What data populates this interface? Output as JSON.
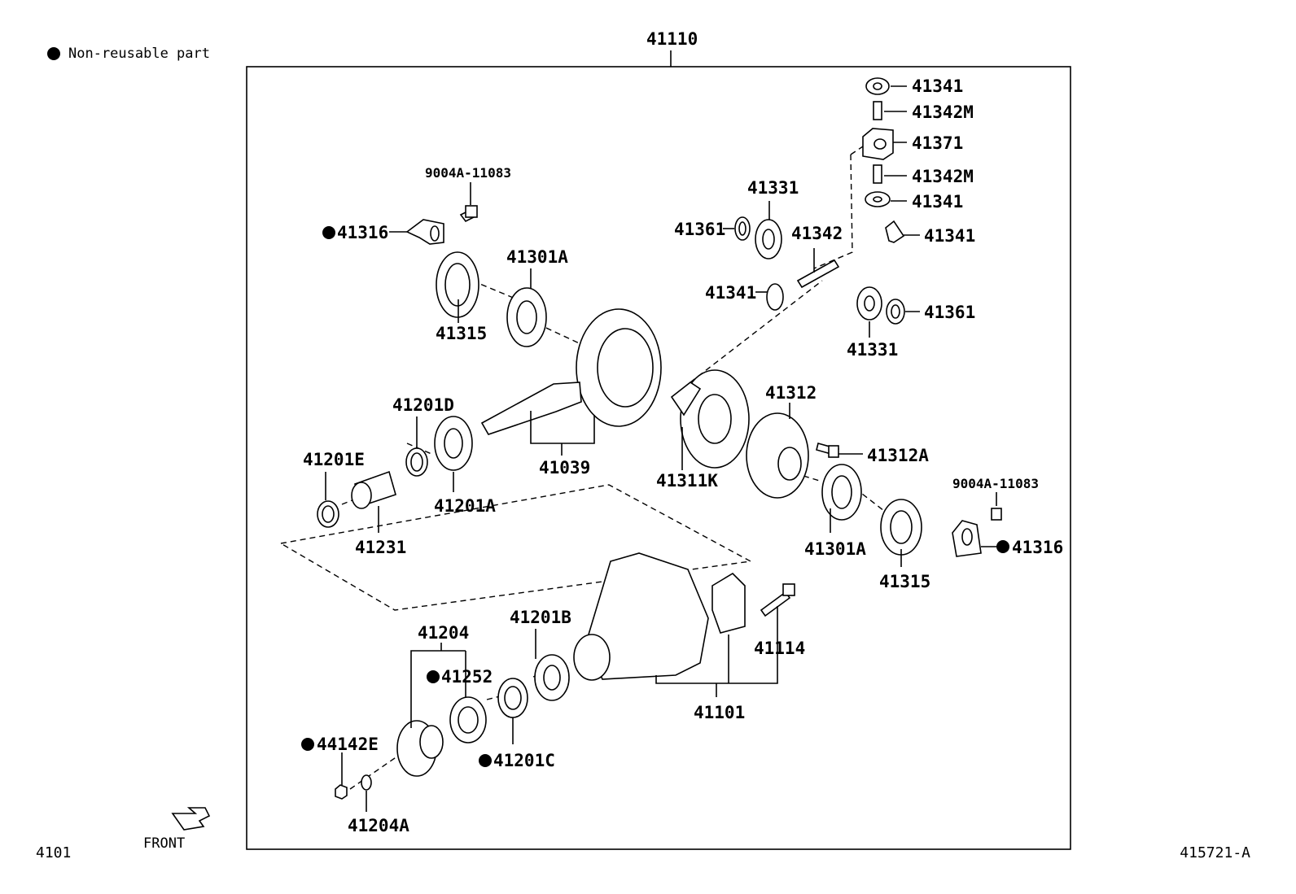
{
  "legend": {
    "text": "Non-reusable part"
  },
  "assembly_number": "41110",
  "page_code_left": "4101",
  "page_code_right": "415721-A",
  "front_label": "FRONT",
  "labels": {
    "l41341_a": "41341",
    "l41342m_a": "41342M",
    "l41371": "41371",
    "l41342m_b": "41342M",
    "l41341_b": "41341",
    "l41341_c": "41341",
    "l41331_a": "41331",
    "l41361_a": "41361",
    "l41342": "41342",
    "l41341_d": "41341",
    "l41331_b": "41331",
    "l41361_b": "41361",
    "l9004a_a": "9004A-11083",
    "l41316_a": "41316",
    "l41301a_a": "41301A",
    "l41315_a": "41315",
    "l41201d": "41201D",
    "l41201e": "41201E",
    "l41201a": "41201A",
    "l41039": "41039",
    "l41231": "41231",
    "l41312": "41312",
    "l41312a": "41312A",
    "l41311k": "41311K",
    "l41301a_b": "41301A",
    "l9004a_b": "9004A-11083",
    "l41316_b": "41316",
    "l41315_b": "41315",
    "l41201b": "41201B",
    "l41204": "41204",
    "l41252": "41252",
    "l41114": "41114",
    "l41101": "41101",
    "l44142e": "44142E",
    "l41201c": "41201C",
    "l41204a": "41204A"
  }
}
